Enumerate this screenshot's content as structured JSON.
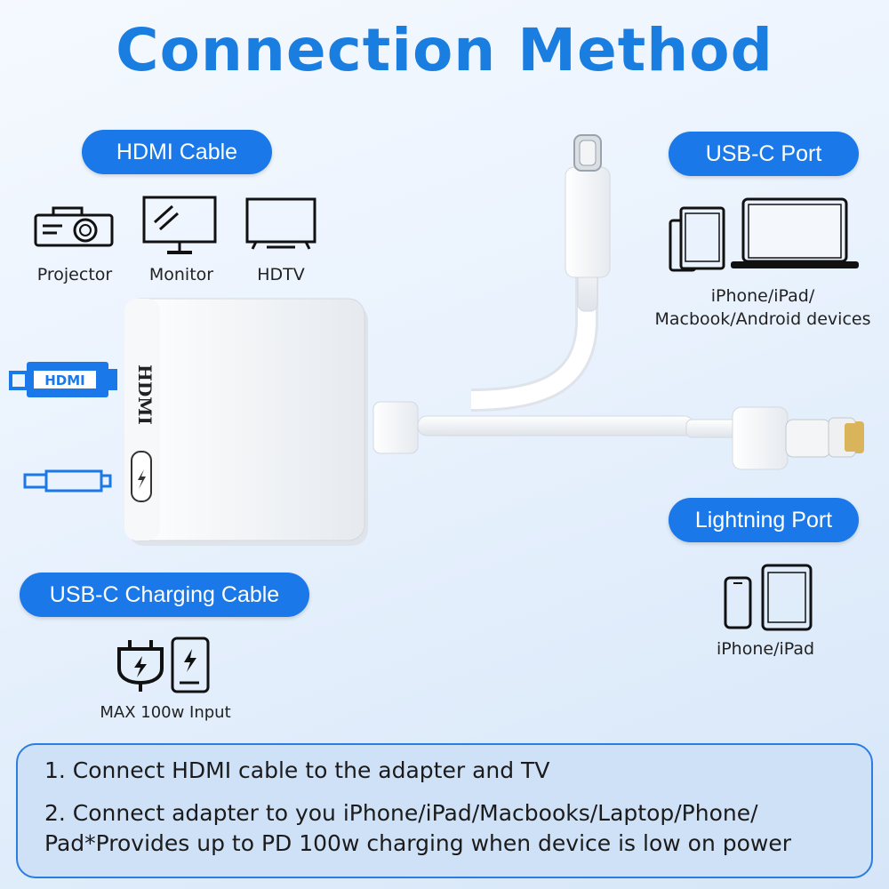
{
  "title": "Connection Method",
  "hdmi_section": {
    "pill_label": "HDMI Cable",
    "devices": [
      {
        "label": "Projector",
        "icon": "projector-icon"
      },
      {
        "label": "Monitor",
        "icon": "monitor-icon"
      },
      {
        "label": "HDTV",
        "icon": "tv-icon"
      }
    ]
  },
  "usbc_port_section": {
    "pill_label": "USB-C Port",
    "devices_label_line1": "iPhone/iPad/",
    "devices_label_line2": "Macbook/Android devices",
    "icons": [
      "tablet-phone-icon",
      "laptop-icon"
    ]
  },
  "lightning_section": {
    "pill_label": "Lightning Port",
    "devices_label": "iPhone/iPad",
    "icons": [
      "phone-icon",
      "tablet-icon"
    ]
  },
  "charging_section": {
    "pill_label": "USB-C Charging Cable",
    "caption": "MAX 100w Input",
    "icons": [
      "charger-plug-icon",
      "power-bank-icon"
    ]
  },
  "adapter": {
    "port_label": "HDMI",
    "side_icons": [
      "hdmi-connector-icon",
      "usb-c-connector-icon"
    ],
    "hdmi_plug_text": "HDMI"
  },
  "instructions": {
    "step1": "1. Connect HDMI cable to the adapter and TV",
    "step2_line1": "2. Connect adapter to you iPhone/iPad/Macbooks/Laptop/Phone/",
    "step2_line2": "Pad*Provides up to PD 100w charging when device is low on power"
  },
  "colors": {
    "accent": "#1a78e8",
    "title": "#1a7de0",
    "background": "#e9f2fd"
  }
}
